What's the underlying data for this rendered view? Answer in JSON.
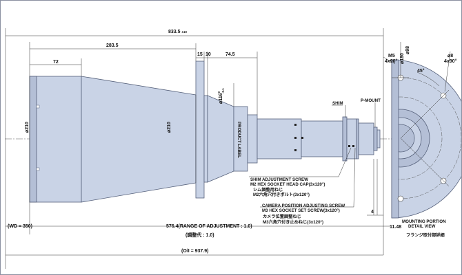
{
  "dimensions": {
    "total_length_main": "833.5",
    "total_length_sub": "±10",
    "body_length": "283.5",
    "front_length": "72",
    "flange_thickness": "15",
    "flange_step": "10",
    "rear_length": "74.5",
    "diameter_front": "210",
    "diameter_flange": "210",
    "diameter_rear_main": "116",
    "diameter_rear_tol_upper": "0",
    "diameter_rear_tol_lower": "-0.1",
    "wd": "(WD = 350)",
    "range_adjustment": "576.4(RANGE OF ADJUSTMENT : 1.0)",
    "range_adjustment_jp": "(調整代 : 1.0)",
    "oi": "(O/I = 937.9)",
    "end_gap": "11.48",
    "small_gap": "4"
  },
  "labels": {
    "product_label": "PRODUCT LABEL",
    "shim": "SHIM",
    "p_mount": "P-MOUNT",
    "shim_screw_line1": "SHIM ADJUSTMENT SCREW",
    "shim_screw_line2": "M2 HEX SOCKET HEAD CAP(3x120°)",
    "shim_screw_jp1": "シム調整用ねじ",
    "shim_screw_jp2": "M2六角穴付きボルト(3x120°)",
    "camera_screw_line1": "CAMERA POSITION ADJUSTING SCREW",
    "camera_screw_line2": "M3 HEX SOCKET SET SCREW(3x120°)",
    "camera_screw_jp1": "カメラ位置調整ねじ",
    "camera_screw_jp2": "M3六角穴付き止めねじ(3x120°)"
  },
  "detail_view": {
    "thread_label": "M5",
    "thread_count": "4x90°",
    "hole_label": "8",
    "hole_count": "4x90°",
    "bolt_circle": "180",
    "angle": "45°",
    "title_line1": "MOUNTING PORTION",
    "title_line2": "DETAIL VIEW",
    "title_jp": "フランジ取付部詳細"
  }
}
